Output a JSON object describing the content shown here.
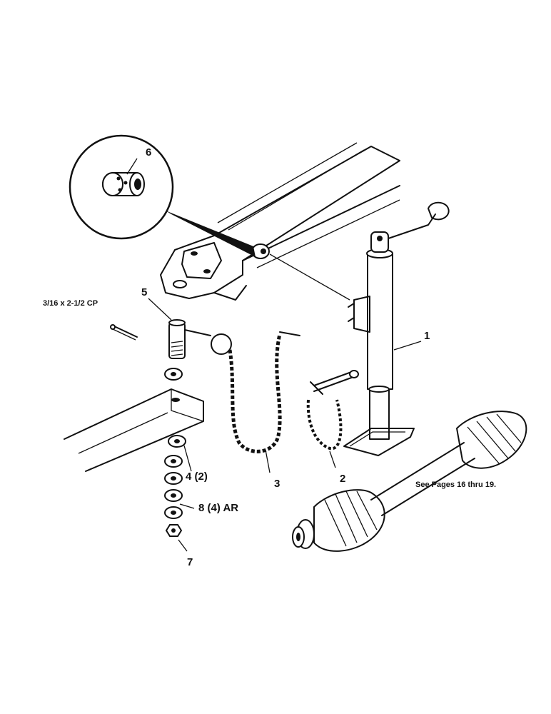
{
  "callouts": {
    "c1": "1",
    "c2": "2",
    "c3": "3",
    "c4": "4 (2)",
    "c5": "5",
    "c6": "6",
    "c7": "7",
    "c8": "8 (4) AR"
  },
  "notes": {
    "cotter_pin": "3/16 x 2-1/2 CP",
    "driveline_ref": "See Pages 16 thru 19."
  }
}
